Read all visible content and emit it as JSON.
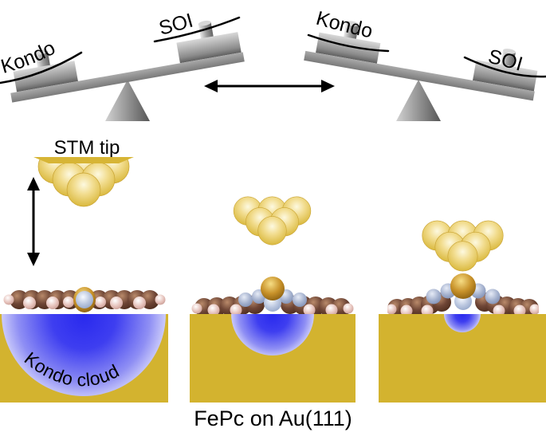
{
  "seesaws": {
    "left": {
      "kondo": "Kondo",
      "soi": "SOI",
      "state": "Kondo down, SOI up"
    },
    "right": {
      "kondo": "Kondo",
      "soi": "SOI",
      "state": "Kondo up, SOI down"
    }
  },
  "panels": {
    "stm_tip_label": "STM tip",
    "kondo_cloud_label": "Kondo  cloud",
    "caption": "FePc on Au(111)"
  },
  "icons": {
    "horizontal_double_arrow": "left-right arrow between seesaws",
    "vertical_double_arrow": "up-down arrow beside STM tip"
  },
  "colors": {
    "background": "#ffffff",
    "substrate_gold": "#d3b32f",
    "tip_sphere_gold": "#d8b637",
    "tip_sphere_highlight": "#fdf9e0",
    "kondo_cloud_blue": "#2a2aee",
    "carbon_brown": "#6f4636",
    "hydrogen_pink": "#d8afa8",
    "nitrogen_blue_gray": "#8fa0c4",
    "iron_silver_blue": "#a4b4d6",
    "gold_adatom": "#9a6d14",
    "seesaw_gray": "#8c8c8c",
    "text": "#000000"
  }
}
